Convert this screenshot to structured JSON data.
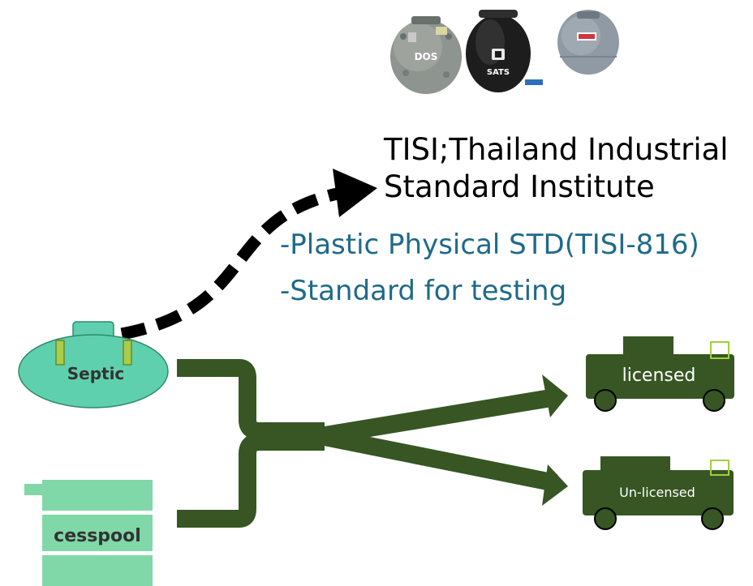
{
  "tanks": {
    "dos": {
      "label": "DOS"
    },
    "sats": {
      "label": "SATS"
    }
  },
  "heading": {
    "line1": "TISI;Thailand Industrial",
    "line2": "Standard Institute"
  },
  "standards": {
    "line1": "-Plastic Physical STD(TISI-816)",
    "line2": "-Standard for testing"
  },
  "sources": {
    "septic": "Septic",
    "cesspool": "cesspool"
  },
  "trucks": {
    "licensed": "licensed",
    "unlicensed": "Un-licensed"
  },
  "colors": {
    "flow": "#375623",
    "tank_fill": "#5fd0ad",
    "cesspool_fill": "#80d8a8",
    "truck_fill": "#375623",
    "standards_text": "#1f6a8a",
    "arrow": "#000000"
  }
}
